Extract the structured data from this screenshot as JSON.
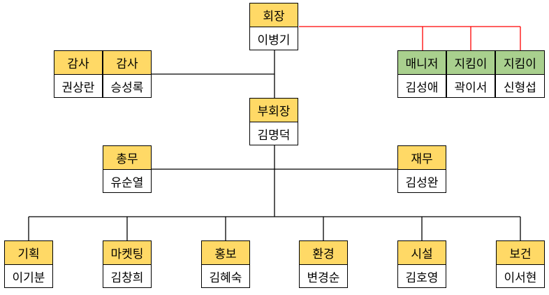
{
  "colors": {
    "header": "#FFD966",
    "assistant_header": "#A9D08E",
    "assistant_line": "#FF0000"
  },
  "chairman": {
    "title": "회장",
    "name": "이병기"
  },
  "auditors": [
    {
      "title": "감사",
      "name": "권상란"
    },
    {
      "title": "감사",
      "name": "승성록"
    }
  ],
  "assistants": [
    {
      "title": "매니저",
      "name": "김성애"
    },
    {
      "title": "지킴이",
      "name": "곽이서"
    },
    {
      "title": "지킴이",
      "name": "신형섭"
    }
  ],
  "vice_chairman": {
    "title": "부회장",
    "name": "김명덕"
  },
  "general_affairs": {
    "title": "총무",
    "name": "유순열"
  },
  "finance": {
    "title": "재무",
    "name": "김성완"
  },
  "departments": [
    {
      "title": "기획",
      "name": "이기분"
    },
    {
      "title": "마켓팅",
      "name": "김창희"
    },
    {
      "title": "홍보",
      "name": "김혜숙"
    },
    {
      "title": "환경",
      "name": "변경순"
    },
    {
      "title": "시설",
      "name": "김호영"
    },
    {
      "title": "보건",
      "name": "이서현"
    }
  ]
}
